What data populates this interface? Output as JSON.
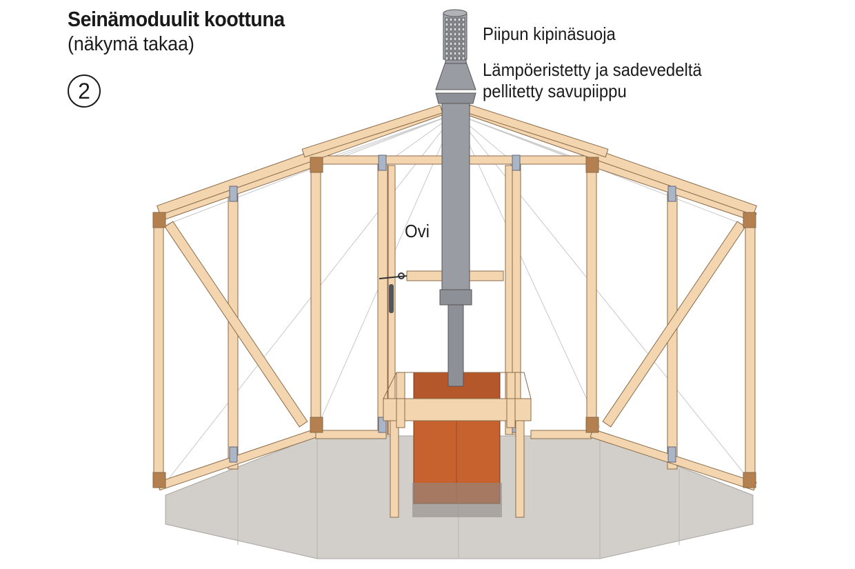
{
  "heading": {
    "title": "Seinämoduulit koottuna",
    "subtitle": "(näkymä takaa)",
    "step_number": "2"
  },
  "labels": {
    "spark_arrester": "Piipun kipinäsuoja",
    "chimney_line1": "Lämpöeristetty ja sadevedeltä",
    "chimney_line2": "pellitetty savupiippu",
    "door": "Ovi"
  },
  "colors": {
    "wood": "#f3d6b0",
    "wood_outline": "#8a6a4a",
    "joint": "#b5804f",
    "bracket": "#a9b6c8",
    "floor": "#d2ceca",
    "chimney": "#9a9ca3",
    "stove": "#c7622f"
  }
}
